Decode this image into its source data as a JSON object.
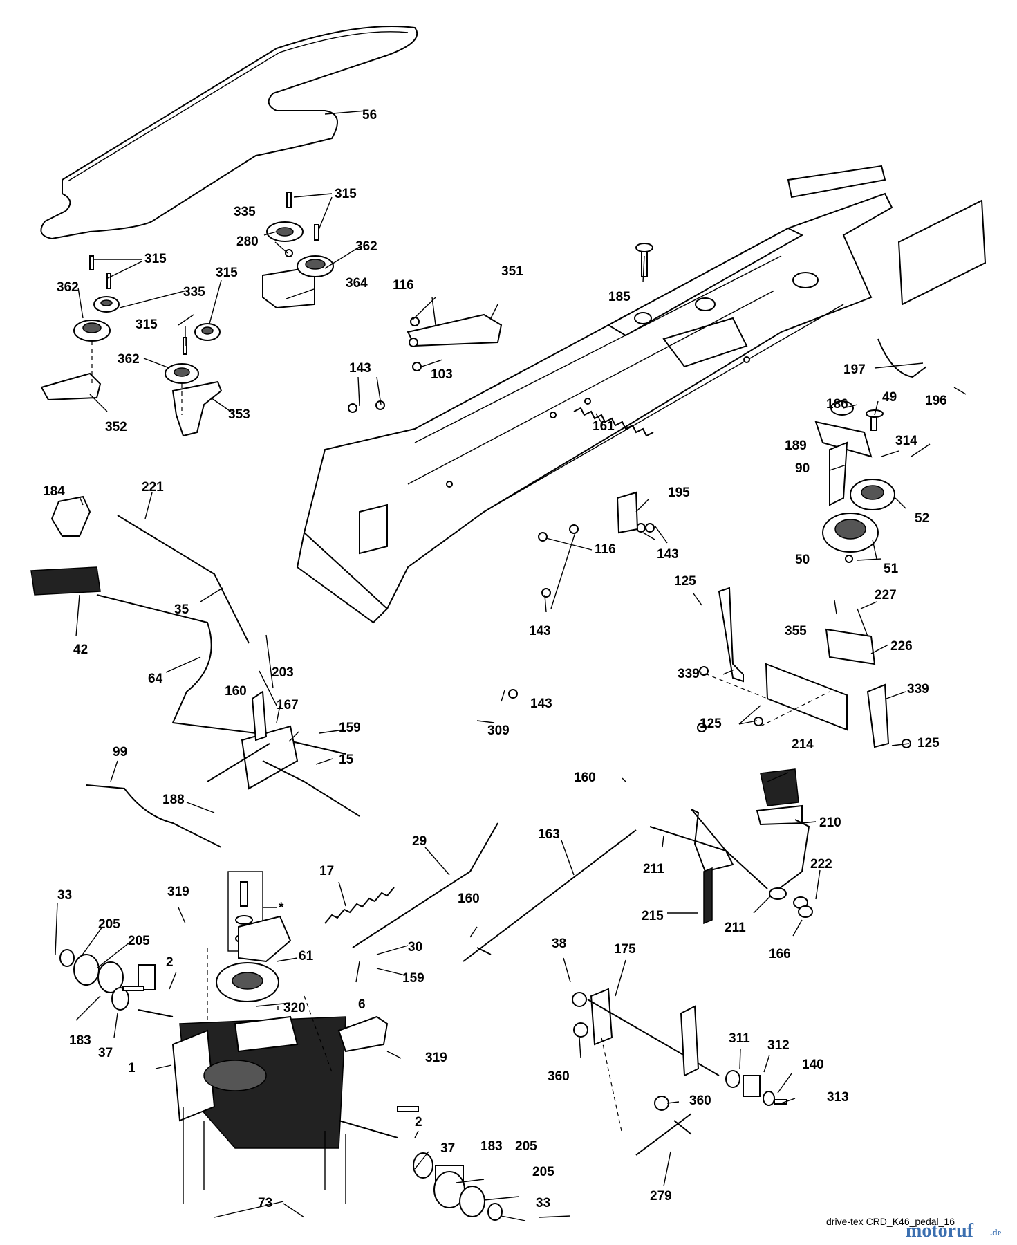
{
  "callouts": {
    "c56": "56",
    "c315a": "315",
    "c335a": "335",
    "c280": "280",
    "c362a": "362",
    "c364": "364",
    "c315b": "315",
    "c315c": "315",
    "c362b": "362",
    "c335b": "335",
    "c315d": "315",
    "c362c": "362",
    "c352": "352",
    "c353": "353",
    "c116a": "116",
    "c351": "351",
    "c103": "103",
    "c185": "185",
    "c143a": "143",
    "c161": "161",
    "c197": "197",
    "c196": "196",
    "c186": "186",
    "c49": "49",
    "c189": "189",
    "c314": "314",
    "c90": "90",
    "c52": "52",
    "c50": "50",
    "c51": "51",
    "c195": "195",
    "c143b": "143",
    "c116b": "116",
    "c143c": "143",
    "c125a": "125",
    "c227": "227",
    "c355": "355",
    "c226": "226",
    "c339a": "339",
    "c339b": "339",
    "c125b": "125",
    "c125c": "125",
    "c184": "184",
    "c221": "221",
    "c35": "35",
    "c42": "42",
    "c64": "64",
    "c160a": "160",
    "c203": "203",
    "c167": "167",
    "c159a": "159",
    "c15": "15",
    "c143d": "143",
    "c309": "309",
    "c99": "99",
    "c188": "188",
    "c214": "214",
    "c160b": "160",
    "c210": "210",
    "c29": "29",
    "c163": "163",
    "c211a": "211",
    "c222": "222",
    "c17": "17",
    "c215": "215",
    "c211b": "211",
    "c166": "166",
    "c33a": "33",
    "c319a": "319",
    "c205a": "205",
    "c205b": "205",
    "c2a": "2",
    "c183a": "183",
    "c37a": "37",
    "c61": "61",
    "c320": "320",
    "c160c": "160",
    "c30": "30",
    "c6": "6",
    "c159b": "159",
    "c38": "38",
    "c175": "175",
    "c360a": "360",
    "c311": "311",
    "c312": "312",
    "c140": "140",
    "c313": "313",
    "c360b": "360",
    "c279": "279",
    "c1": "1",
    "c319b": "319",
    "c2b": "2",
    "c37b": "37",
    "c183b": "183",
    "c205c": "205",
    "c205d": "205",
    "c33b": "33",
    "c73": "73",
    "star": "*"
  },
  "caption": "drive-tex CRD_K46_pedal_16",
  "brand": {
    "name": "motoruf",
    "tld": ".de",
    "color": "#3b6fb0"
  }
}
